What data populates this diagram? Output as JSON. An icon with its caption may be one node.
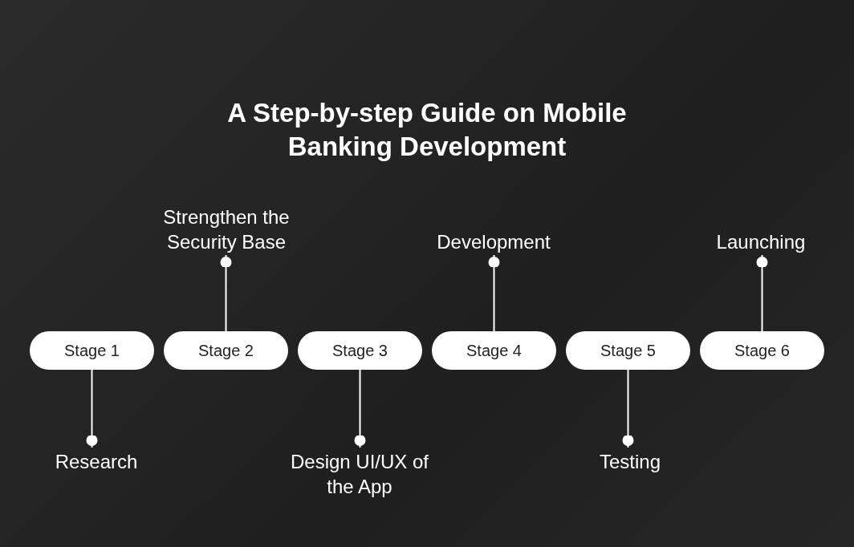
{
  "diagram": {
    "title": "A Step-by-step Guide on Mobile Banking Development",
    "nodes": [
      {
        "text": [
          "Stage 1"
        ]
      },
      {
        "text": [
          "Stage 2"
        ]
      },
      {
        "text": [
          "Stage 3"
        ]
      },
      {
        "text": [
          "Stage 4"
        ]
      },
      {
        "text": [
          "Stage 5"
        ]
      },
      {
        "text": [
          "Stage 6"
        ]
      },
      {
        "text": [
          "Research"
        ]
      },
      {
        "text": [
          "Strengthen the Security Base"
        ]
      },
      {
        "text": [
          "Design UI/UX of the App"
        ]
      },
      {
        "text": [
          "Development"
        ]
      },
      {
        "text": [
          "Testing"
        ]
      },
      {
        "text": [
          "Launching"
        ]
      }
    ],
    "edges": [
      {
        "from": 0,
        "to": 6,
        "arrow": "other"
      },
      {
        "from": 1,
        "to": 7,
        "arrow": "other"
      },
      {
        "from": 2,
        "to": 8,
        "arrow": "other"
      },
      {
        "from": 3,
        "to": 9,
        "arrow": "other"
      },
      {
        "from": 4,
        "to": 10,
        "arrow": "other"
      },
      {
        "from": 5,
        "to": 11,
        "arrow": "other"
      }
    ]
  }
}
